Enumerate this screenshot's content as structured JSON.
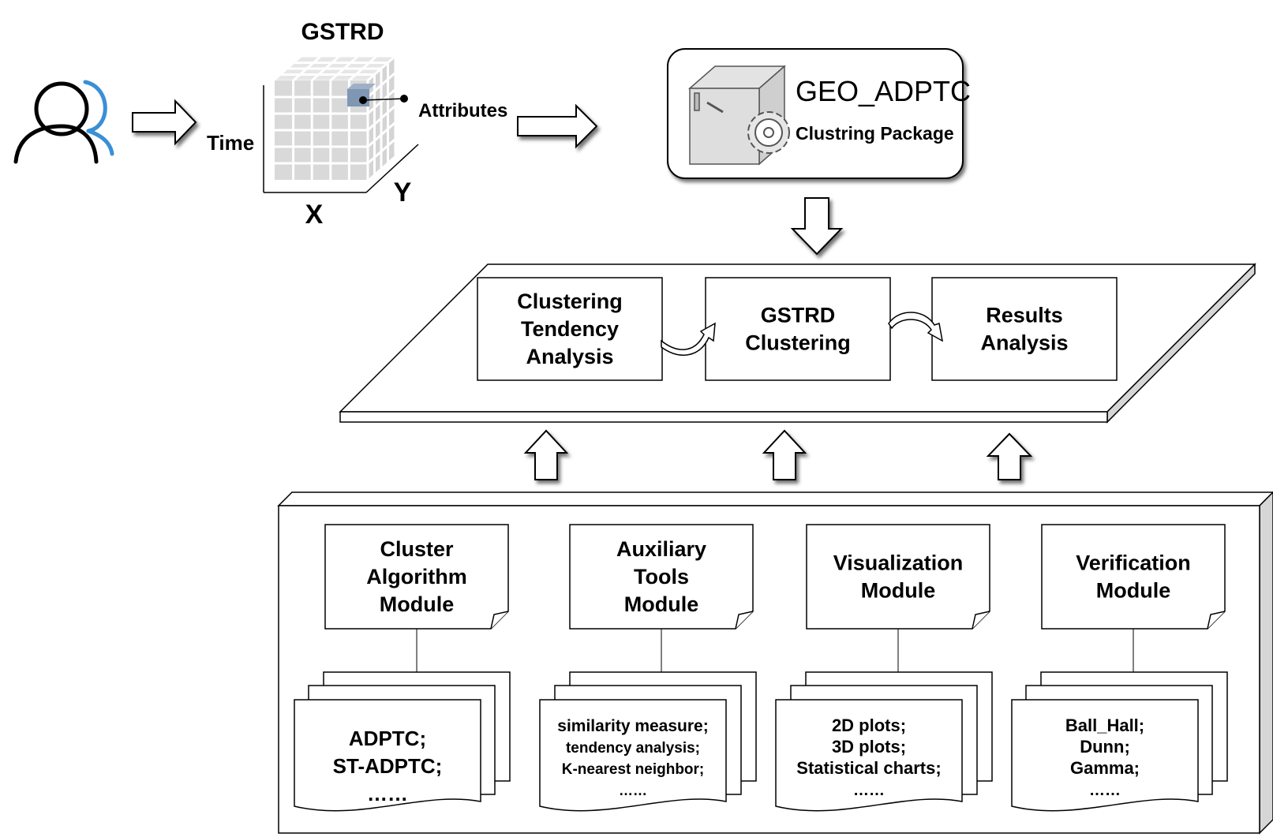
{
  "cube": {
    "title": "GSTRD",
    "attr_label": "Attributes",
    "time_label": "Time",
    "x_label": "X",
    "y_label": "Y"
  },
  "package": {
    "title": "GEO_ADPTC",
    "subtitle": "Clustring Package"
  },
  "platform": {
    "steps": [
      {
        "lines": [
          "Clustering",
          "Tendency",
          "Analysis"
        ]
      },
      {
        "lines": [
          "GSTRD",
          "Clustering"
        ]
      },
      {
        "lines": [
          "Results",
          "Analysis"
        ]
      }
    ]
  },
  "modules": [
    {
      "lines": [
        "Cluster",
        "Algorithm",
        "Module"
      ],
      "items": [
        "ADPTC;",
        "ST-ADPTC;",
        "……"
      ]
    },
    {
      "lines": [
        "Auxiliary",
        "Tools",
        "Module"
      ],
      "items": [
        "similarity measure;",
        "tendency analysis;",
        "K-nearest neighbor;",
        "……"
      ]
    },
    {
      "lines": [
        "Visualization",
        "Module"
      ],
      "items": [
        "2D plots;",
        "3D plots;",
        "Statistical charts;",
        "……"
      ]
    },
    {
      "lines": [
        "Verification",
        "Module"
      ],
      "items": [
        "Ball_Hall;",
        "Dunn;",
        "Gamma;",
        "……"
      ]
    }
  ],
  "colors": {
    "user_accent": "#3a8fd6",
    "highlight_cell": "#7f97b3"
  }
}
